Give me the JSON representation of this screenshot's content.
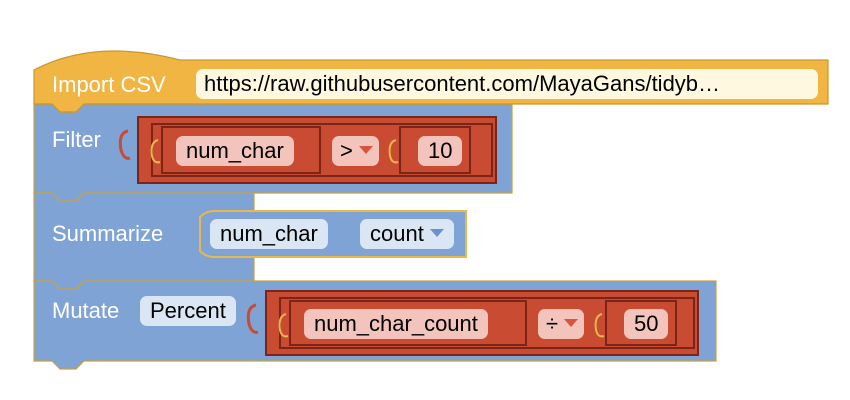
{
  "blocks": {
    "import": {
      "label": "Import CSV",
      "url": "https://raw.githubusercontent.com/MayaGans/tidyb…"
    },
    "filter": {
      "label": "Filter",
      "field": "num_char",
      "operator": ">",
      "value": "10"
    },
    "summarize": {
      "label": "Summarize",
      "column": "num_char",
      "function": "count"
    },
    "mutate": {
      "label": "Mutate",
      "name": "Percent",
      "field": "num_char_count",
      "operator": "÷",
      "value": "50"
    }
  },
  "colors": {
    "import_block": "#f0b542",
    "data_block": "#7fa3d5",
    "expression_block": "#c94b32"
  }
}
